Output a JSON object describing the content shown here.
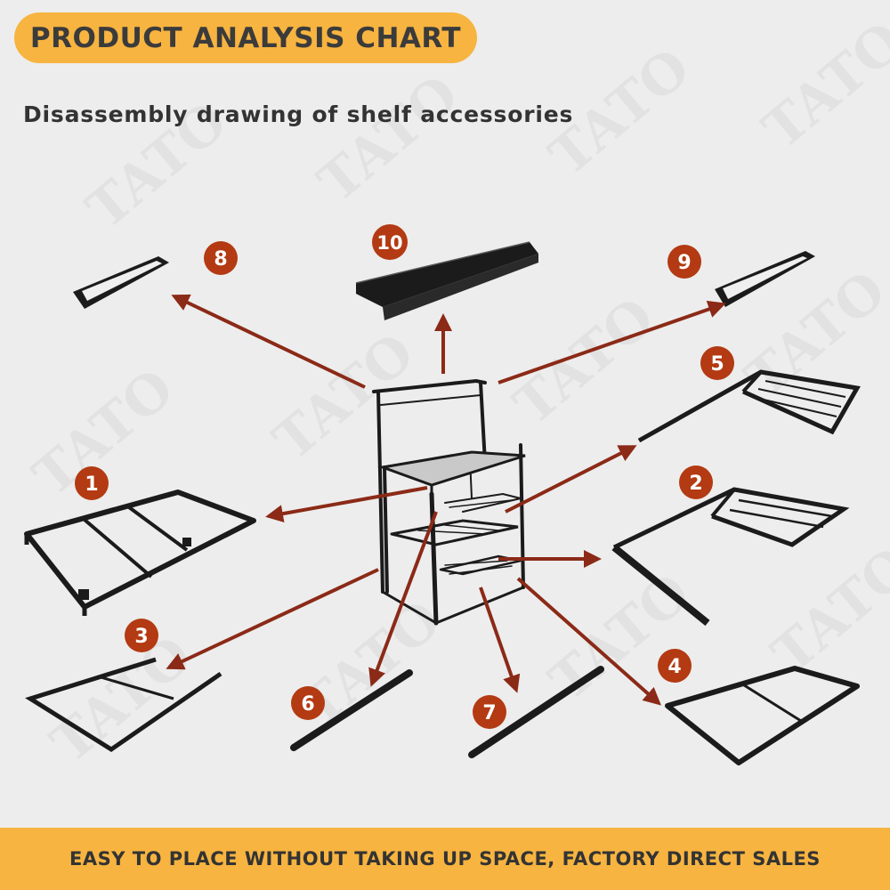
{
  "header": {
    "title": "PRODUCT ANALYSIS CHART",
    "subtitle": "Disassembly drawing of shelf accessories"
  },
  "watermark": {
    "text": "TATO"
  },
  "parts": [
    {
      "number": "1"
    },
    {
      "number": "2"
    },
    {
      "number": "3"
    },
    {
      "number": "4"
    },
    {
      "number": "5"
    },
    {
      "number": "6"
    },
    {
      "number": "7"
    },
    {
      "number": "8"
    },
    {
      "number": "9"
    },
    {
      "number": "10"
    }
  ],
  "footer": {
    "text": "EASY TO PLACE WITHOUT TAKING UP SPACE, FACTORY DIRECT SALES"
  },
  "colors": {
    "accent": "#f7b440",
    "badge": "#b33a12",
    "arrow": "#8b2a17",
    "line": "#1b1b1b"
  }
}
